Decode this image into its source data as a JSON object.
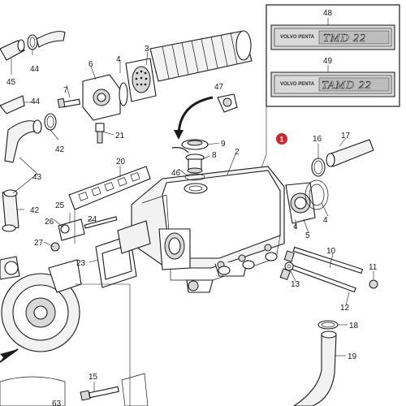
{
  "badge": "1",
  "callouts": [
    {
      "id": "c2",
      "text": "2"
    },
    {
      "id": "c3",
      "text": "3"
    },
    {
      "id": "c4a",
      "text": "4"
    },
    {
      "id": "c4b",
      "text": "4"
    },
    {
      "id": "c4c",
      "text": "4"
    },
    {
      "id": "c5",
      "text": "5"
    },
    {
      "id": "c6",
      "text": "6"
    },
    {
      "id": "c7",
      "text": "7"
    },
    {
      "id": "c8",
      "text": "8"
    },
    {
      "id": "c9",
      "text": "9"
    },
    {
      "id": "c10",
      "text": "10"
    },
    {
      "id": "c11",
      "text": "11"
    },
    {
      "id": "c12",
      "text": "12"
    },
    {
      "id": "c13",
      "text": "13"
    },
    {
      "id": "c15",
      "text": "15"
    },
    {
      "id": "c16",
      "text": "16"
    },
    {
      "id": "c17",
      "text": "17"
    },
    {
      "id": "c18",
      "text": "18"
    },
    {
      "id": "c19",
      "text": "19"
    },
    {
      "id": "c20",
      "text": "20"
    },
    {
      "id": "c21",
      "text": "21"
    },
    {
      "id": "c23",
      "text": "23"
    },
    {
      "id": "c24",
      "text": "24"
    },
    {
      "id": "c25",
      "text": "25"
    },
    {
      "id": "c26",
      "text": "26"
    },
    {
      "id": "c27",
      "text": "27"
    },
    {
      "id": "c42a",
      "text": "42"
    },
    {
      "id": "c42b",
      "text": "42"
    },
    {
      "id": "c43",
      "text": "43"
    },
    {
      "id": "c44a",
      "text": "44"
    },
    {
      "id": "c44b",
      "text": "44"
    },
    {
      "id": "c45",
      "text": "45"
    },
    {
      "id": "c46",
      "text": "46"
    },
    {
      "id": "c47",
      "text": "47"
    },
    {
      "id": "c48",
      "text": "48"
    },
    {
      "id": "c49",
      "text": "49"
    },
    {
      "id": "c63",
      "text": "63"
    }
  ],
  "decals": {
    "top": {
      "brand": "VOLVO PENTA",
      "model": "TMD 22"
    },
    "bottom": {
      "brand": "VOLVO PENTA",
      "model": "TAMD 22"
    }
  },
  "colors": {
    "badge": "#d0262d",
    "line": "#1a1a1a",
    "decal_fill": "#d9d9d9"
  }
}
